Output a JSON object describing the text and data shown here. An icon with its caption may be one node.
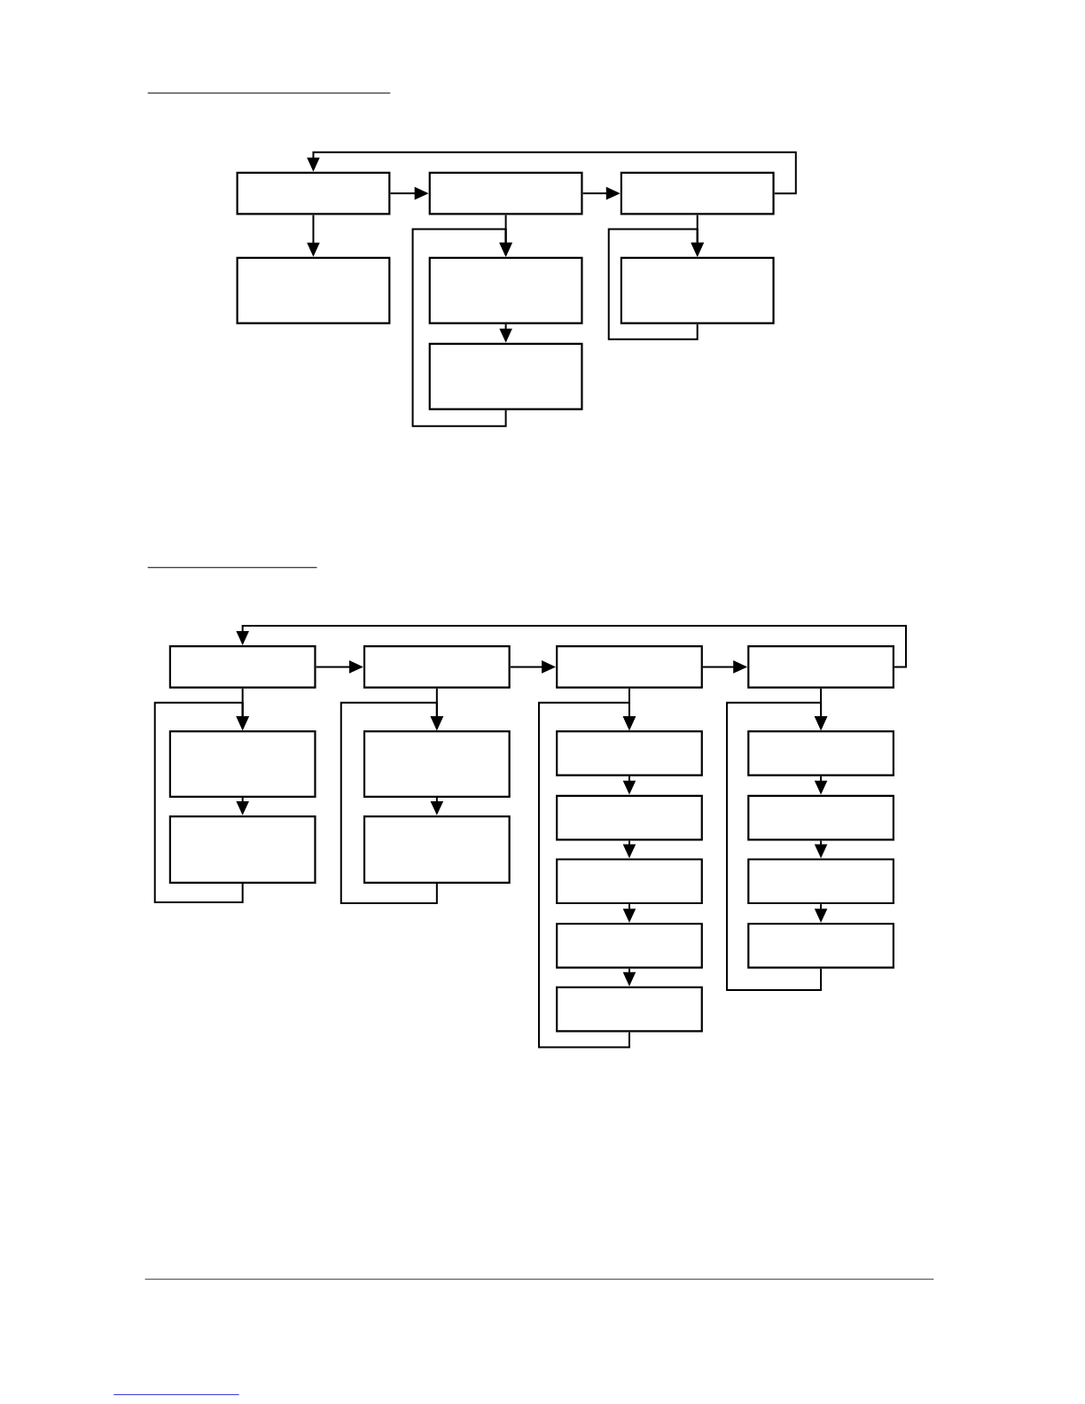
{
  "diagram": {
    "nodes": [
      {
        "text": [],
        "shape": "box"
      },
      {
        "text": [],
        "shape": "box"
      },
      {
        "text": [],
        "shape": "box"
      },
      {
        "text": [],
        "shape": "box"
      },
      {
        "text": [],
        "shape": "box"
      },
      {
        "text": [],
        "shape": "box"
      },
      {
        "text": [],
        "shape": "box"
      },
      {
        "text": [],
        "shape": "box"
      },
      {
        "text": [],
        "shape": "box"
      },
      {
        "text": [],
        "shape": "box"
      },
      {
        "text": [],
        "shape": "box"
      },
      {
        "text": [],
        "shape": "box"
      },
      {
        "text": [],
        "shape": "box"
      },
      {
        "text": [],
        "shape": "box"
      },
      {
        "text": [],
        "shape": "box"
      },
      {
        "text": [],
        "shape": "box"
      },
      {
        "text": [],
        "shape": "box"
      },
      {
        "text": [],
        "shape": "box"
      },
      {
        "text": [],
        "shape": "box"
      },
      {
        "text": [],
        "shape": "box"
      },
      {
        "text": [],
        "shape": "box"
      },
      {
        "text": [],
        "shape": "box"
      },
      {
        "text": [],
        "shape": "box"
      },
      {
        "text": [],
        "shape": "box"
      }
    ],
    "edges": [
      {
        "from": 0,
        "to": 1,
        "arrow": "to"
      },
      {
        "from": 1,
        "to": 2,
        "arrow": "to"
      },
      {
        "from": 2,
        "to": 0,
        "arrow": "to"
      },
      {
        "from": 0,
        "to": 3,
        "arrow": "to"
      },
      {
        "from": 1,
        "to": 4,
        "arrow": "to"
      },
      {
        "from": 4,
        "to": 5,
        "arrow": "to"
      },
      {
        "from": 5,
        "to": 4,
        "arrow": "to"
      },
      {
        "from": 2,
        "to": 6,
        "arrow": "to"
      },
      {
        "from": 6,
        "to": 6,
        "arrow": "to"
      },
      {
        "from": 7,
        "to": 8,
        "arrow": "to"
      },
      {
        "from": 8,
        "to": 9,
        "arrow": "to"
      },
      {
        "from": 9,
        "to": 10,
        "arrow": "to"
      },
      {
        "from": 10,
        "to": 7,
        "arrow": "to"
      },
      {
        "from": 7,
        "to": 11,
        "arrow": "to"
      },
      {
        "from": 11,
        "to": 12,
        "arrow": "to"
      },
      {
        "from": 12,
        "to": 11,
        "arrow": "to"
      },
      {
        "from": 8,
        "to": 13,
        "arrow": "to"
      },
      {
        "from": 13,
        "to": 14,
        "arrow": "to"
      },
      {
        "from": 14,
        "to": 13,
        "arrow": "to"
      },
      {
        "from": 9,
        "to": 15,
        "arrow": "to"
      },
      {
        "from": 15,
        "to": 16,
        "arrow": "to"
      },
      {
        "from": 16,
        "to": 17,
        "arrow": "to"
      },
      {
        "from": 17,
        "to": 18,
        "arrow": "to"
      },
      {
        "from": 18,
        "to": 19,
        "arrow": "to"
      },
      {
        "from": 19,
        "to": 15,
        "arrow": "to"
      },
      {
        "from": 10,
        "to": 20,
        "arrow": "to"
      },
      {
        "from": 20,
        "to": 21,
        "arrow": "to"
      },
      {
        "from": 21,
        "to": 22,
        "arrow": "to"
      },
      {
        "from": 22,
        "to": 23,
        "arrow": "to"
      },
      {
        "from": 23,
        "to": 20,
        "arrow": "to"
      }
    ]
  }
}
